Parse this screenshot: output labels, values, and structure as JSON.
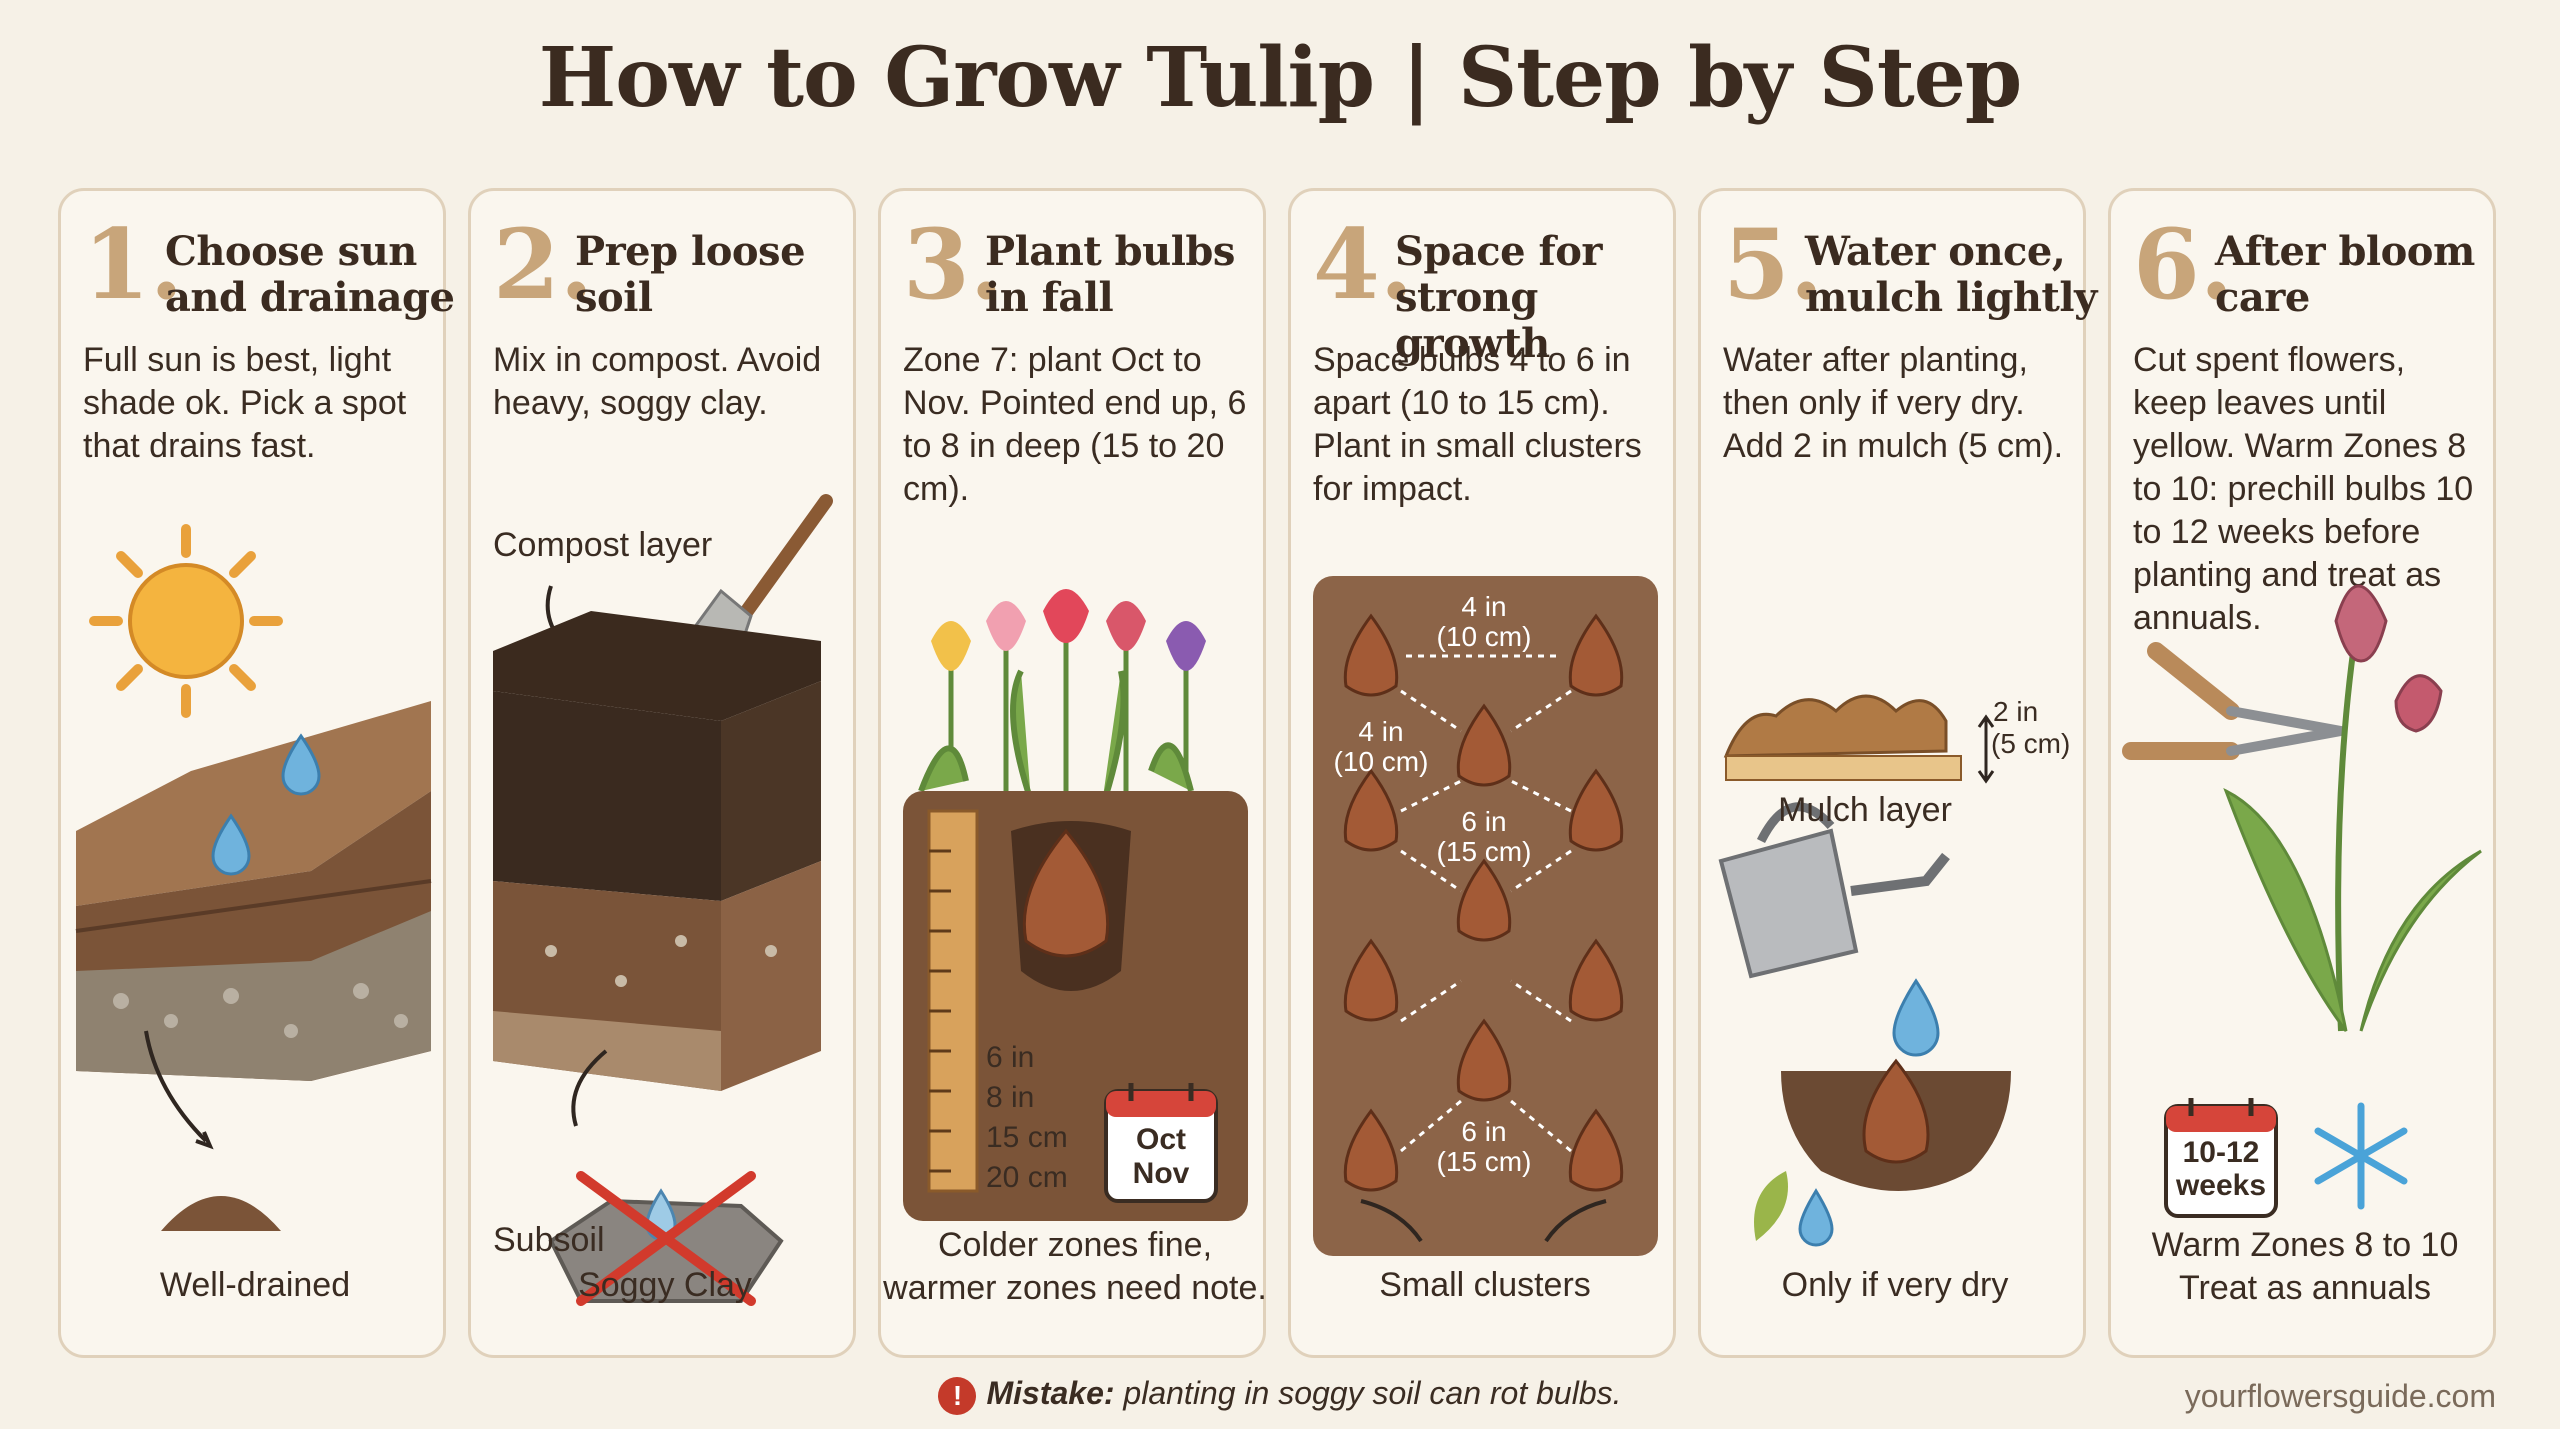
{
  "title": "How to Grow Tulip | Step by Step",
  "steps": [
    {
      "num": "1.",
      "title": "Choose sun and drainage",
      "desc": "Full sun is best, light shade ok. Pick a spot that drains fast.",
      "labels": {
        "bottom": "Well-drained"
      }
    },
    {
      "num": "2.",
      "title": "Prep loose soil",
      "desc": "Mix in compost. Avoid heavy, soggy clay.",
      "labels": {
        "compost": "Compost layer",
        "subsoil": "Subsoil",
        "bottom": "Soggy Clay"
      }
    },
    {
      "num": "3.",
      "title": "Plant bulbs in fall",
      "desc": "Zone 7: plant Oct to Nov. Pointed end up, 6 to 8 in deep (15 to 20 cm).",
      "labels": {
        "d1": "6 in",
        "d2": "8 in",
        "d3": "15 cm",
        "d4": "20 cm",
        "cal1": "Oct",
        "cal2": "Nov",
        "bottom1": "Colder zones fine,",
        "bottom2": "warmer zones need note."
      }
    },
    {
      "num": "4.",
      "title": "Space for strong growth",
      "desc": "Space bulbs 4 to 6 in apart (10 to 15 cm). Plant in small clusters for impact.",
      "labels": {
        "s1a": "4 in",
        "s1b": "(10 cm)",
        "s2a": "4 in",
        "s2b": "(10 cm)",
        "s3a": "6 in",
        "s3b": "(15 cm)",
        "s4a": "6 in",
        "s4b": "(15 cm)",
        "bottom": "Small clusters"
      }
    },
    {
      "num": "5.",
      "title": "Water once, mulch lightly",
      "desc": "Water after planting, then only if very dry. Add 2 in mulch (5 cm).",
      "labels": {
        "m1": "2 in",
        "m2": "(5 cm)",
        "mulch": "Mulch layer",
        "bottom": "Only if very dry"
      }
    },
    {
      "num": "6.",
      "title": "After bloom care",
      "desc": "Cut spent flowers, keep leaves until yellow. Warm Zones 8 to 10: prechill bulbs 10 to 12 weeks before planting and treat as annuals.",
      "labels": {
        "cal1": "10-12",
        "cal2": "weeks",
        "bottom1": "Warm Zones 8 to 10",
        "bottom2": "Treat as annuals"
      }
    }
  ],
  "footer": {
    "warn_bold": "Mistake:",
    "warn_text": " planting in soggy soil can rot bulbs.",
    "site": "yourflowersguide.com"
  },
  "colors": {
    "accent": "#c8a57a",
    "border": "#e0d1bb",
    "soil": "#6b4a33",
    "warn": "#c43a2a"
  }
}
